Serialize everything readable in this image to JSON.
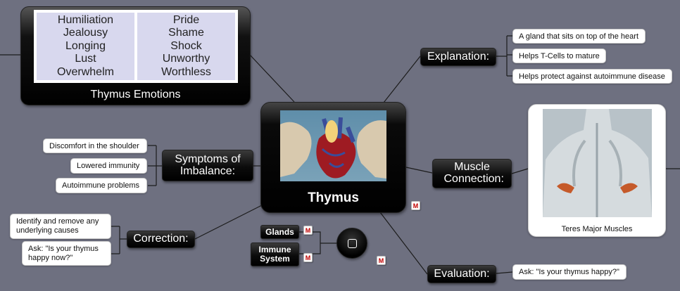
{
  "emotions": {
    "left": [
      "Humiliation",
      "Jealousy",
      "Longing",
      "Lust",
      "Overwhelm"
    ],
    "right": [
      "Pride",
      "Shame",
      "Shock",
      "Unworthy",
      "Worthless"
    ],
    "title": "Thymus Emotions"
  },
  "central": {
    "title": "Thymus",
    "image_icon": "heart-thymus-illustration"
  },
  "explanation": {
    "label": "Explanation:",
    "items": [
      "A gland that sits on top of the heart",
      "Helps T-Cells to mature",
      "Helps protect against autoimmune disease"
    ]
  },
  "symptoms": {
    "label": "Symptoms of Imbalance:",
    "items": [
      "Discomfort in the shoulder",
      "Lowered immunity",
      "Autoimmune problems"
    ]
  },
  "muscle": {
    "label": "Muscle Connection:",
    "image_caption": "Teres Major Muscles",
    "image_icon": "back-muscles-illustration"
  },
  "correction": {
    "label": "Correction:",
    "items": [
      "Identify and remove any underlying causes",
      "Ask: \"Is your thymus happy now?\""
    ]
  },
  "evaluation": {
    "label": "Evaluation:",
    "items": [
      "Ask: \"Is your thymus happy?\""
    ]
  },
  "links": {
    "glands": "Glands",
    "immune": "Immune System",
    "hub_icon": "square-outline-icon"
  },
  "icons": {
    "mindmap_link": "mindmap-link-icon",
    "mindmap_glyph": "M"
  },
  "colors": {
    "background": "#6e7080",
    "node": "#000000",
    "emotion_cell": "#d8d8ee",
    "connector": "#1c1c1c",
    "link_icon": "#c00000"
  }
}
